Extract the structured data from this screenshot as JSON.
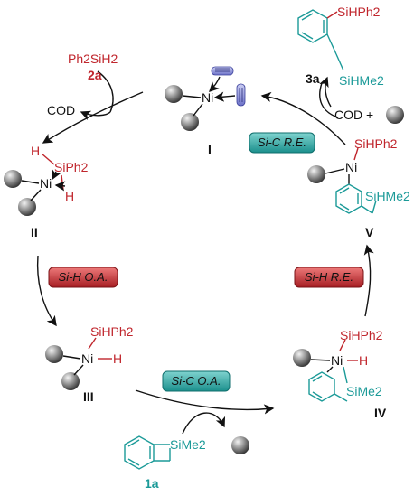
{
  "colors": {
    "red": "#c0262d",
    "teal": "#1b9a98",
    "ball_dark": "#3a3a3a",
    "ball_light": "#d8d8d8"
  },
  "reagents": {
    "silane_formula": "Ph2SiH2",
    "silane_label": "2a",
    "cod": "COD",
    "product_label": "3a",
    "product_top_group": "SiHPh2",
    "product_bottom_group": "SiHMe2",
    "cod_plus": "COD +",
    "substrate_label": "1a",
    "substrate_group": "SiMe2"
  },
  "intermediates": {
    "I": "I",
    "II": "II",
    "III": "III",
    "IV": "IV",
    "V": "V"
  },
  "atoms": {
    "ni": "Ni",
    "h": "H",
    "siph2": "SiPh2",
    "sihph2": "SiHPh2",
    "sime2": "SiMe2",
    "sihme2": "SiHMe2"
  },
  "steps": {
    "si_c_re": "Si-C R.E.",
    "si_h_oa": "Si-H O.A.",
    "si_c_oa": "Si-C O.A.",
    "si_h_re": "Si-H R.E."
  }
}
